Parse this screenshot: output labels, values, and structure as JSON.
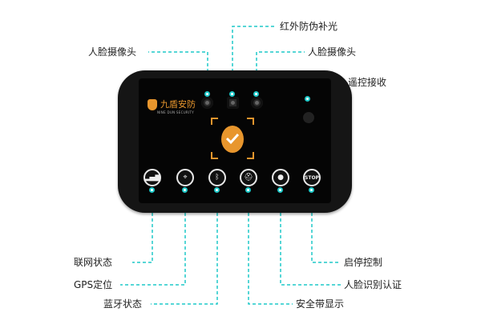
{
  "brand": {
    "name": "九盾安防",
    "tagline": "NINE DUN SECURITY"
  },
  "labels": {
    "infrared": "红外防伪补光",
    "face_cam_left": "人脸摄像头",
    "face_cam_right": "人脸摄像头",
    "remote": "遥控接收",
    "network": "联网状态",
    "gps": "GPS定位",
    "bluetooth": "蓝牙状态",
    "seatbelt": "安全带显示",
    "face_auth": "人脸识别认证",
    "start_stop": "启停控制"
  },
  "buttons": {
    "stop": "STOP"
  },
  "colors": {
    "accent": "#e8962d",
    "leader": "#1ec9c9",
    "body": "#151515"
  },
  "icons": [
    "signal-bars-icon",
    "location-pin-icon",
    "bluetooth-icon",
    "seatbelt-icon",
    "person-icon",
    "stop-icon",
    "face-shield-icon"
  ]
}
